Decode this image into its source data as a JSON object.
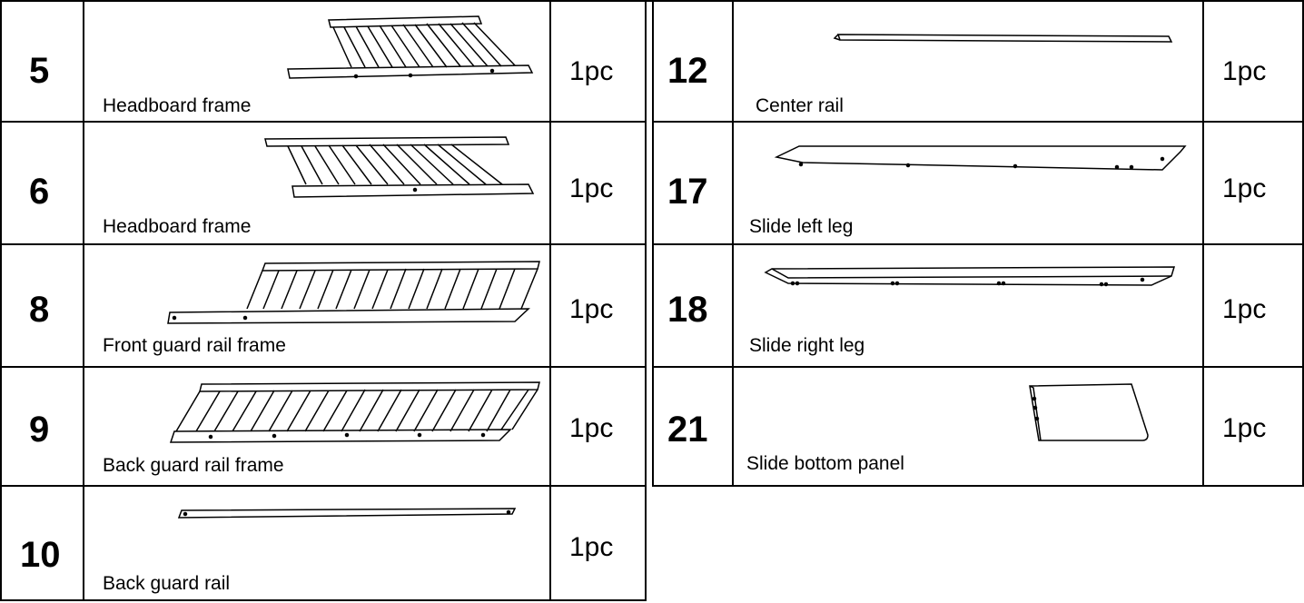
{
  "left_parts": [
    {
      "number": "5",
      "name": "Headboard frame",
      "qty": "1pc",
      "icon": "headboard-frame-drawing"
    },
    {
      "number": "6",
      "name": "Headboard frame",
      "qty": "1pc",
      "icon": "headboard-frame-drawing"
    },
    {
      "number": "8",
      "name": "Front guard rail frame",
      "qty": "1pc",
      "icon": "front-guard-rail-frame-drawing"
    },
    {
      "number": "9",
      "name": "Back guard rail frame",
      "qty": "1pc",
      "icon": "back-guard-rail-frame-drawing"
    },
    {
      "number": "10",
      "name": "Back guard rail",
      "qty": "1pc",
      "icon": "back-guard-rail-drawing"
    }
  ],
  "right_parts": [
    {
      "number": "12",
      "name": "Center rail",
      "qty": "1pc",
      "icon": "center-rail-drawing"
    },
    {
      "number": "17",
      "name": "Slide left leg",
      "qty": "1pc",
      "icon": "slide-left-leg-drawing"
    },
    {
      "number": "18",
      "name": "Slide right leg",
      "qty": "1pc",
      "icon": "slide-right-leg-drawing"
    },
    {
      "number": "21",
      "name": "Slide bottom panel",
      "qty": "1pc",
      "icon": "slide-bottom-panel-drawing"
    }
  ]
}
